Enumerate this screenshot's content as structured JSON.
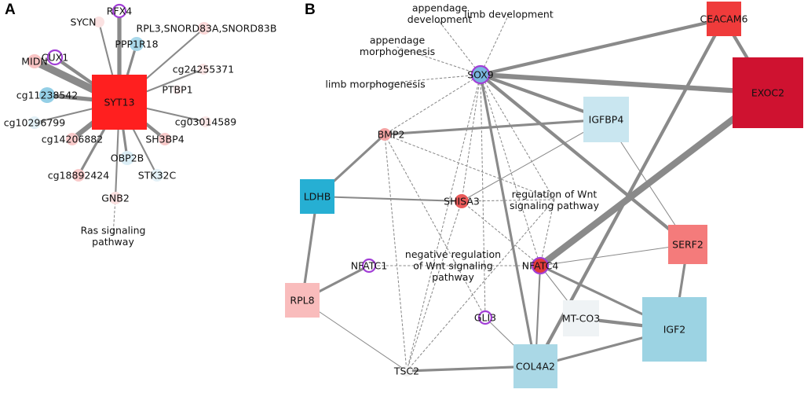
{
  "panels": {
    "a": {
      "label": "A",
      "nodes": [
        {
          "id": "SYT13",
          "shape": "square",
          "color": "#ff1f1f",
          "ring": ""
        },
        {
          "id": "RFX4",
          "shape": "circle",
          "color": "#ffffff",
          "ring": "#a23fd6"
        },
        {
          "id": "SYCN",
          "shape": "circle",
          "color": "#fbe2e2",
          "ring": ""
        },
        {
          "id": "PPP1R18",
          "shape": "circle",
          "color": "#a9d8ea",
          "ring": ""
        },
        {
          "id": "RPL3,SNORD83A,SNORD83B",
          "shape": "circle",
          "color": "#fbd9d9",
          "ring": ""
        },
        {
          "id": "CUX1",
          "shape": "circle",
          "color": "#ffffff",
          "ring": "#a23fd6"
        },
        {
          "id": "MIDN",
          "shape": "circle",
          "color": "#f9c4c4",
          "ring": ""
        },
        {
          "id": "cg24255371",
          "shape": "circle",
          "color": "#fbe7e7",
          "ring": ""
        },
        {
          "id": "PTBP1",
          "shape": "circle",
          "color": "#fdeeee",
          "ring": ""
        },
        {
          "id": "cg11238542",
          "shape": "circle",
          "color": "#94cfe6",
          "ring": ""
        },
        {
          "id": "cg10296799",
          "shape": "circle",
          "color": "#e3f1f7",
          "ring": ""
        },
        {
          "id": "cg03014589",
          "shape": "circle",
          "color": "#fbe7e7",
          "ring": ""
        },
        {
          "id": "cg14206882",
          "shape": "circle",
          "color": "#f9caca",
          "ring": ""
        },
        {
          "id": "SH3BP4",
          "shape": "circle",
          "color": "#f9caca",
          "ring": ""
        },
        {
          "id": "OBP2B",
          "shape": "circle",
          "color": "#dbeef6",
          "ring": ""
        },
        {
          "id": "cg18892424",
          "shape": "circle",
          "color": "#f9caca",
          "ring": ""
        },
        {
          "id": "STK32C",
          "shape": "circle",
          "color": "#e3f1f7",
          "ring": ""
        },
        {
          "id": "GNB2",
          "shape": "circle",
          "color": "#fbe0e0",
          "ring": ""
        },
        {
          "id": "Ras signaling pathway",
          "shape": "term",
          "color": "#ffffff",
          "ring": ""
        }
      ],
      "edges": [
        {
          "source": "SYT13",
          "target": "RFX4",
          "weight": 5,
          "style": "solid"
        },
        {
          "source": "SYT13",
          "target": "SYCN",
          "weight": 2,
          "style": "solid"
        },
        {
          "source": "SYT13",
          "target": "PPP1R18",
          "weight": 3,
          "style": "solid"
        },
        {
          "source": "SYT13",
          "target": "RPL3,SNORD83A,SNORD83B",
          "weight": 2,
          "style": "solid"
        },
        {
          "source": "SYT13",
          "target": "CUX1",
          "weight": 4,
          "style": "solid"
        },
        {
          "source": "SYT13",
          "target": "MIDN",
          "weight": 9,
          "style": "solid"
        },
        {
          "source": "SYT13",
          "target": "cg24255371",
          "weight": 2,
          "style": "solid"
        },
        {
          "source": "SYT13",
          "target": "cg11238542",
          "weight": 5,
          "style": "solid"
        },
        {
          "source": "SYT13",
          "target": "cg10296799",
          "weight": 2,
          "style": "solid"
        },
        {
          "source": "SYT13",
          "target": "cg03014589",
          "weight": 2,
          "style": "solid"
        },
        {
          "source": "SYT13",
          "target": "cg14206882",
          "weight": 6,
          "style": "solid"
        },
        {
          "source": "SYT13",
          "target": "SH3BP4",
          "weight": 4,
          "style": "solid"
        },
        {
          "source": "SYT13",
          "target": "OBP2B",
          "weight": 3,
          "style": "solid"
        },
        {
          "source": "SYT13",
          "target": "cg18892424",
          "weight": 3,
          "style": "solid"
        },
        {
          "source": "SYT13",
          "target": "STK32C",
          "weight": 2,
          "style": "solid"
        },
        {
          "source": "SYT13",
          "target": "GNB2",
          "weight": 2,
          "style": "solid"
        },
        {
          "source": "GNB2",
          "target": "Ras signaling pathway",
          "weight": 1,
          "style": "dashed"
        }
      ]
    },
    "b": {
      "label": "B",
      "nodes": [
        {
          "id": "SOX9",
          "shape": "circle",
          "color": "#79b6e0",
          "ring": "#a23fd6"
        },
        {
          "id": "CEACAM6",
          "shape": "square",
          "color": "#ef3b3b",
          "ring": ""
        },
        {
          "id": "EXOC2",
          "shape": "square",
          "color": "#cf1230",
          "ring": ""
        },
        {
          "id": "IGFBP4",
          "shape": "square",
          "color": "#c9e6f0",
          "ring": ""
        },
        {
          "id": "BMP2",
          "shape": "circle",
          "color": "#f4a3a3",
          "ring": ""
        },
        {
          "id": "LDHB",
          "shape": "square",
          "color": "#26afd3",
          "ring": ""
        },
        {
          "id": "SHISA3",
          "shape": "circle",
          "color": "#ea5a5a",
          "ring": ""
        },
        {
          "id": "SERF2",
          "shape": "square",
          "color": "#f47b7b",
          "ring": ""
        },
        {
          "id": "NFATC1",
          "shape": "circle",
          "color": "#ffffff",
          "ring": "#a23fd6"
        },
        {
          "id": "NFATC4",
          "shape": "circle",
          "color": "#e23a3a",
          "ring": "#a23fd6"
        },
        {
          "id": "RPL8",
          "shape": "square",
          "color": "#f9bcbc",
          "ring": ""
        },
        {
          "id": "MT-CO3",
          "shape": "square",
          "color": "#eff3f5",
          "ring": ""
        },
        {
          "id": "IGF2",
          "shape": "square",
          "color": "#9cd3e3",
          "ring": ""
        },
        {
          "id": "GLI3",
          "shape": "circle",
          "color": "#ffffff",
          "ring": "#a23fd6"
        },
        {
          "id": "COL4A2",
          "shape": "square",
          "color": "#aad8e6",
          "ring": ""
        },
        {
          "id": "TSC2",
          "shape": "circle",
          "color": "#f2f2f2",
          "ring": ""
        },
        {
          "id": "appendage development",
          "shape": "term",
          "color": "#ffffff",
          "ring": ""
        },
        {
          "id": "limb development",
          "shape": "term",
          "color": "#ffffff",
          "ring": ""
        },
        {
          "id": "appendage morphogenesis",
          "shape": "term",
          "color": "#ffffff",
          "ring": ""
        },
        {
          "id": "limb morphogenesis",
          "shape": "term",
          "color": "#ffffff",
          "ring": ""
        },
        {
          "id": "regulation of Wnt signaling pathway",
          "shape": "term",
          "color": "#ffffff",
          "ring": ""
        },
        {
          "id": "negative regulation of Wnt signaling pathway",
          "shape": "term",
          "color": "#ffffff",
          "ring": ""
        }
      ],
      "edges": [
        {
          "source": "SOX9",
          "target": "CEACAM6",
          "weight": 4,
          "style": "solid"
        },
        {
          "source": "SOX9",
          "target": "EXOC2",
          "weight": 6,
          "style": "solid"
        },
        {
          "source": "SOX9",
          "target": "IGFBP4",
          "weight": 4,
          "style": "solid"
        },
        {
          "source": "SOX9",
          "target": "SERF2",
          "weight": 4,
          "style": "solid"
        },
        {
          "source": "SOX9",
          "target": "COL4A2",
          "weight": 3,
          "style": "solid"
        },
        {
          "source": "SOX9",
          "target": "GLI3",
          "weight": 1,
          "style": "dashed"
        },
        {
          "source": "SOX9",
          "target": "BMP2",
          "weight": 1,
          "style": "dashed"
        },
        {
          "source": "SOX9",
          "target": "SHISA3",
          "weight": 1,
          "style": "dashed"
        },
        {
          "source": "SOX9",
          "target": "TSC2",
          "weight": 1,
          "style": "dashed"
        },
        {
          "source": "SOX9",
          "target": "NFATC4",
          "weight": 1,
          "style": "dashed"
        },
        {
          "source": "SOX9",
          "target": "appendage development",
          "weight": 1,
          "style": "dashed"
        },
        {
          "source": "SOX9",
          "target": "limb development",
          "weight": 1,
          "style": "dashed"
        },
        {
          "source": "SOX9",
          "target": "appendage morphogenesis",
          "weight": 1,
          "style": "dashed"
        },
        {
          "source": "SOX9",
          "target": "limb morphogenesis",
          "weight": 1,
          "style": "dashed"
        },
        {
          "source": "SOX9",
          "target": "regulation of Wnt signaling pathway",
          "weight": 1,
          "style": "dashed"
        },
        {
          "source": "CEACAM6",
          "target": "COL4A2",
          "weight": 4,
          "style": "solid"
        },
        {
          "source": "CEACAM6",
          "target": "EXOC2",
          "weight": 4,
          "style": "solid"
        },
        {
          "source": "EXOC2",
          "target": "NFATC4",
          "weight": 8,
          "style": "solid"
        },
        {
          "source": "IGFBP4",
          "target": "BMP2",
          "weight": 3,
          "style": "solid"
        },
        {
          "source": "IGFBP4",
          "target": "SHISA3",
          "weight": 1,
          "style": "solid"
        },
        {
          "source": "IGFBP4",
          "target": "SERF2",
          "weight": 1,
          "style": "solid"
        },
        {
          "source": "BMP2",
          "target": "LDHB",
          "weight": 3,
          "style": "solid"
        },
        {
          "source": "BMP2",
          "target": "regulation of Wnt signaling pathway",
          "weight": 1,
          "style": "dashed"
        },
        {
          "source": "BMP2",
          "target": "GLI3",
          "weight": 1,
          "style": "dashed"
        },
        {
          "source": "BMP2",
          "target": "TSC2",
          "weight": 1,
          "style": "dashed"
        },
        {
          "source": "LDHB",
          "target": "SHISA3",
          "weight": 2,
          "style": "solid"
        },
        {
          "source": "LDHB",
          "target": "RPL8",
          "weight": 3,
          "style": "solid"
        },
        {
          "source": "SHISA3",
          "target": "regulation of Wnt signaling pathway",
          "weight": 1,
          "style": "dashed"
        },
        {
          "source": "SHISA3",
          "target": "NFATC4",
          "weight": 1,
          "style": "dashed"
        },
        {
          "source": "SHISA3",
          "target": "TSC2",
          "weight": 1,
          "style": "dashed"
        },
        {
          "source": "regulation of Wnt signaling pathway",
          "target": "NFATC4",
          "weight": 1,
          "style": "dashed"
        },
        {
          "source": "regulation of Wnt signaling pathway",
          "target": "TSC2",
          "weight": 1,
          "style": "dashed"
        },
        {
          "source": "SERF2",
          "target": "NFATC4",
          "weight": 1,
          "style": "solid"
        },
        {
          "source": "SERF2",
          "target": "IGF2",
          "weight": 3,
          "style": "solid"
        },
        {
          "source": "NFATC4",
          "target": "COL4A2",
          "weight": 2,
          "style": "solid"
        },
        {
          "source": "NFATC4",
          "target": "MT-CO3",
          "weight": 1,
          "style": "solid"
        },
        {
          "source": "NFATC4",
          "target": "IGF2",
          "weight": 3,
          "style": "solid"
        },
        {
          "source": "NFATC1",
          "target": "negative regulation of Wnt signaling pathway",
          "weight": 1,
          "style": "dashed"
        },
        {
          "source": "negative regulation of Wnt signaling pathway",
          "target": "NFATC4",
          "weight": 1,
          "style": "dashed"
        },
        {
          "source": "NFATC1",
          "target": "RPL8",
          "weight": 3,
          "style": "solid"
        },
        {
          "source": "RPL8",
          "target": "TSC2",
          "weight": 1,
          "style": "solid"
        },
        {
          "source": "MT-CO3",
          "target": "IGF2",
          "weight": 4,
          "style": "solid"
        },
        {
          "source": "IGF2",
          "target": "COL4A2",
          "weight": 3,
          "style": "solid"
        },
        {
          "source": "COL4A2",
          "target": "TSC2",
          "weight": 3,
          "style": "solid"
        },
        {
          "source": "GLI3",
          "target": "COL4A2",
          "weight": 1,
          "style": "solid"
        }
      ]
    }
  }
}
